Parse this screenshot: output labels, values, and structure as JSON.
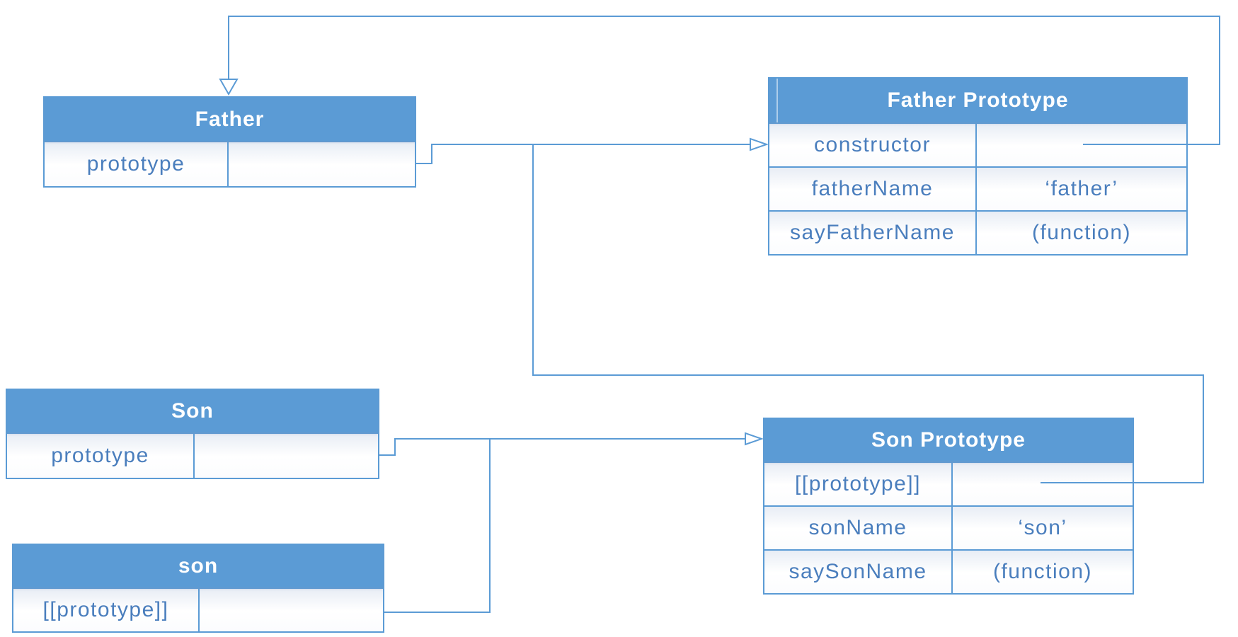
{
  "colors": {
    "header_bg": "#5b9bd5",
    "connector_line": "#5b9bd5",
    "label_text": "#4a7ebd",
    "header_text": "#ffffff",
    "row_tint": "#e8edf5"
  },
  "boxes": {
    "father": {
      "title": "Father",
      "rows": [
        {
          "label": "prototype",
          "value": ""
        }
      ]
    },
    "father_prototype": {
      "title": "Father Prototype",
      "rows": [
        {
          "label": "constructor",
          "value": ""
        },
        {
          "label": "fatherName",
          "value": "‘father’"
        },
        {
          "label": "sayFatherName",
          "value": "(function)"
        }
      ]
    },
    "son": {
      "title": "Son",
      "rows": [
        {
          "label": "prototype",
          "value": ""
        }
      ]
    },
    "son_instance": {
      "title": "son",
      "rows": [
        {
          "label": "[[prototype]]",
          "value": ""
        }
      ]
    },
    "son_prototype": {
      "title": "Son Prototype",
      "rows": [
        {
          "label": "[[prototype]]",
          "value": ""
        },
        {
          "label": "sonName",
          "value": "‘son’"
        },
        {
          "label": "saySonName",
          "value": "(function)"
        }
      ]
    }
  },
  "edges": [
    {
      "from": "Father.prototype",
      "to": "Father Prototype.constructor"
    },
    {
      "from": "Father Prototype.constructor",
      "to": "Father"
    },
    {
      "from": "Son.prototype",
      "to": "Son Prototype"
    },
    {
      "from": "Son Prototype.[[prototype]]",
      "to": "Father Prototype"
    },
    {
      "from": "son.[[prototype]]",
      "to": "Son Prototype"
    }
  ]
}
